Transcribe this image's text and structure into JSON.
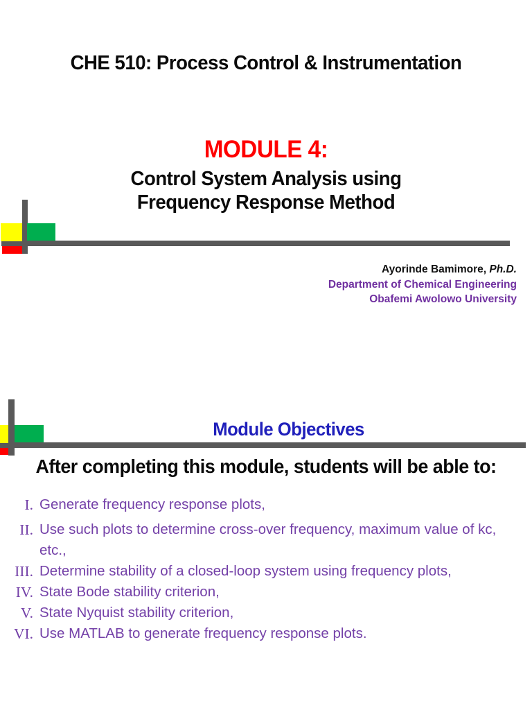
{
  "slide1": {
    "course_title": "CHE 510: Process Control & Instrumentation",
    "module_title": "MODULE 4:",
    "subtitle_line1": "Control System Analysis using",
    "subtitle_line2": "Frequency Response Method",
    "author_name": "Ayorinde Bamimore, ",
    "author_degree": "Ph.D.",
    "department": "Department of Chemical Engineering",
    "university": "Obafemi Awolowo University"
  },
  "slide2": {
    "title": "Module Objectives",
    "lead": "After completing this module, students will be able to:",
    "objectives": [
      {
        "numeral": "I.",
        "text": "Generate frequency response plots,"
      },
      {
        "numeral": "II.",
        "text": "Use such plots to determine cross-over frequency, maximum value of kc, etc.,"
      },
      {
        "numeral": "III.",
        "text": "Determine stability of a closed-loop system using frequency plots,"
      },
      {
        "numeral": "IV.",
        "text": "State Bode stability criterion,"
      },
      {
        "numeral": "V.",
        "text": "State Nyquist stability criterion,"
      },
      {
        "numeral": "VI.",
        "text": "Use MATLAB to generate frequency response plots."
      }
    ]
  },
  "colors": {
    "module_red": "#ff0000",
    "title_blue": "#2020bb",
    "list_purple": "#7441a8",
    "credit_purple": "#7030a0",
    "bar_gray": "#595959",
    "accent_yellow": "#ffff00",
    "accent_green": "#00ae4f",
    "accent_red": "#ff0000"
  }
}
